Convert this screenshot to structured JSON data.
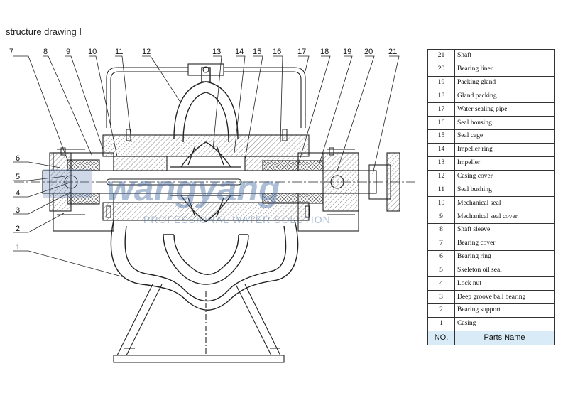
{
  "title": "structure drawing I",
  "callouts_top": [
    "7",
    "8",
    "9",
    "10",
    "11",
    "12",
    "13",
    "14",
    "15",
    "16",
    "17",
    "18",
    "19",
    "20",
    "21"
  ],
  "callouts_left": [
    "6",
    "5",
    "4",
    "3",
    "2",
    "1"
  ],
  "watermark": {
    "brand": "wangyang",
    "tagline": "PROFESSIONAL WATER SOLUTION"
  },
  "parts_table": {
    "header_no": "NO.",
    "header_name": "Parts Name",
    "rows": [
      {
        "no": "21",
        "name": "Shaft"
      },
      {
        "no": "20",
        "name": "Bearing liner"
      },
      {
        "no": "19",
        "name": "Packing gland"
      },
      {
        "no": "18",
        "name": "Gland packing"
      },
      {
        "no": "17",
        "name": "Water sealing pipe"
      },
      {
        "no": "16",
        "name": "Seal housing"
      },
      {
        "no": "15",
        "name": "Seal cage"
      },
      {
        "no": "14",
        "name": "Impeller ring"
      },
      {
        "no": "13",
        "name": "Impeller"
      },
      {
        "no": "12",
        "name": "Casing cover"
      },
      {
        "no": "11",
        "name": "Seal bushing"
      },
      {
        "no": "10",
        "name": "Mechanical seal"
      },
      {
        "no": "9",
        "name": "Mechanical seal cover"
      },
      {
        "no": "8",
        "name": "Shaft sleeve"
      },
      {
        "no": "7",
        "name": "Bearing cover"
      },
      {
        "no": "6",
        "name": "Bearing ring"
      },
      {
        "no": "5",
        "name": "Skeleton oil seal"
      },
      {
        "no": "4",
        "name": "Lock nut"
      },
      {
        "no": "3",
        "name": "Deep groove ball bearing"
      },
      {
        "no": "2",
        "name": "Bearing support"
      },
      {
        "no": "1",
        "name": "Casing"
      }
    ]
  },
  "colors": {
    "line": "#222222",
    "hatch": "#555555",
    "table_header_bg": "#d8ebf7",
    "watermark": "#4a6fa5"
  }
}
